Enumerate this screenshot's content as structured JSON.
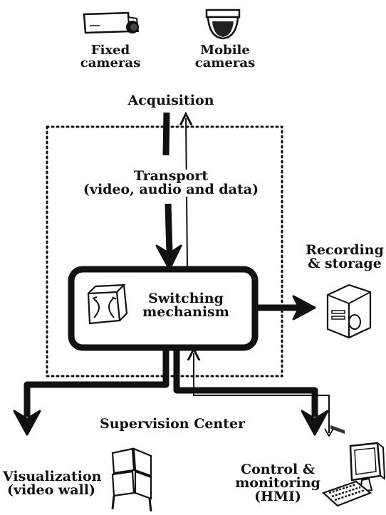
{
  "labels": {
    "fixed_cameras": [
      "Fixed",
      "cameras"
    ],
    "mobile_cameras": [
      "Mobile",
      "cameras"
    ],
    "acquisition": "Acquisition",
    "transport": [
      "Transport",
      "(video, audio and data)"
    ],
    "switching": [
      "Switching",
      "mechanism"
    ],
    "recording": [
      "Recording",
      "& storage"
    ],
    "supervision": "Supervision Center",
    "visualization": [
      "Visualization",
      "(video wall)"
    ],
    "control": [
      "Control &",
      "monitoring",
      "(HMI)"
    ]
  },
  "icons": [
    "fixed-camera-icon",
    "dome-camera-icon",
    "switch-matrix-icon",
    "server-tower-icon",
    "video-wall-icon",
    "monitor-keyboard-icon"
  ],
  "colors": {
    "ink": "#111111",
    "background": "#ffffff"
  }
}
